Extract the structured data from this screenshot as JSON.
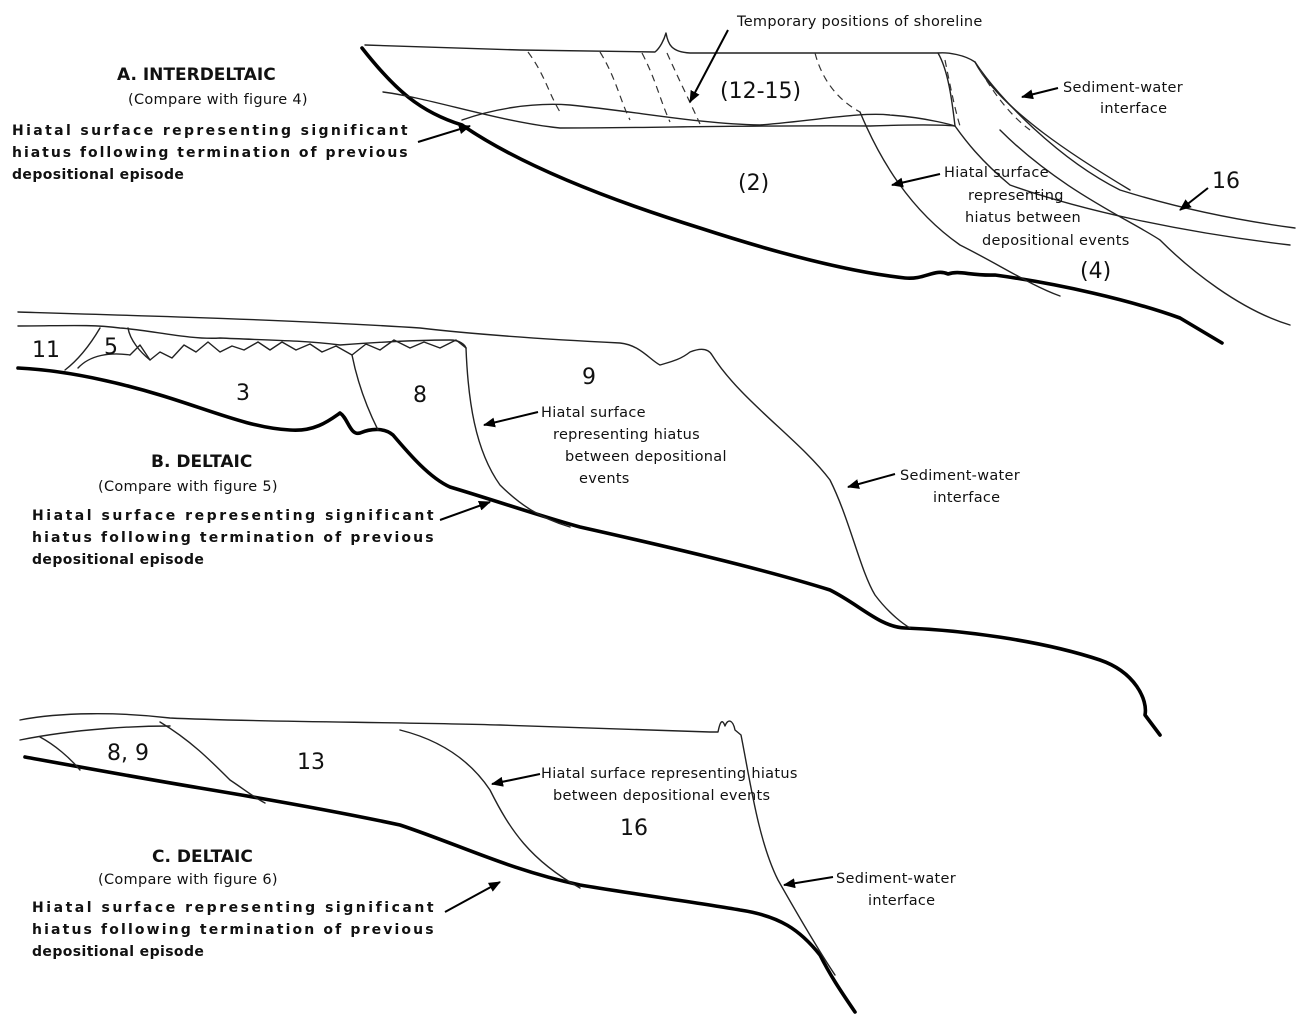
{
  "shoreline_label": "Temporary positions of shoreline",
  "panel_a": {
    "title": "A. INTERDELTAIC",
    "compare": "(Compare with figure 4)",
    "hiatus_note_lines": [
      "Hiatal surface representing significant",
      "hiatus following termination of previous",
      "depositional episode"
    ],
    "sediment_water_lines": [
      "Sediment-water",
      "interface"
    ],
    "hiatal_between_lines": [
      "Hiatal surface",
      "representing",
      "hiatus between",
      "depositional events"
    ],
    "units": [
      "(12-15)",
      "(2)",
      "16",
      "(4)"
    ]
  },
  "panel_b": {
    "title": "B. DELTAIC",
    "compare": "(Compare with figure 5)",
    "hiatus_note_lines": [
      "Hiatal surface representing significant",
      "hiatus following termination of previous",
      "depositional episode"
    ],
    "hiatal_between_lines": [
      "Hiatal surface",
      "representing hiatus",
      "between depositional",
      "events"
    ],
    "sediment_water_lines": [
      "Sediment-water",
      "interface"
    ],
    "units": [
      "11",
      "5",
      "3",
      "8",
      "9"
    ]
  },
  "panel_c": {
    "title": "C. DELTAIC",
    "compare": "(Compare with figure 6)",
    "hiatus_note_lines": [
      "Hiatal surface representing significant",
      "hiatus following termination of previous",
      "depositional episode"
    ],
    "hiatal_between_lines": [
      "Hiatal surface representing hiatus",
      "between depositional events"
    ],
    "sediment_water_lines": [
      "Sediment-water",
      "interface"
    ],
    "units": [
      "8, 9",
      "13",
      "16"
    ]
  },
  "colors": {
    "ink": "#000000",
    "paper": "#ffffff"
  }
}
